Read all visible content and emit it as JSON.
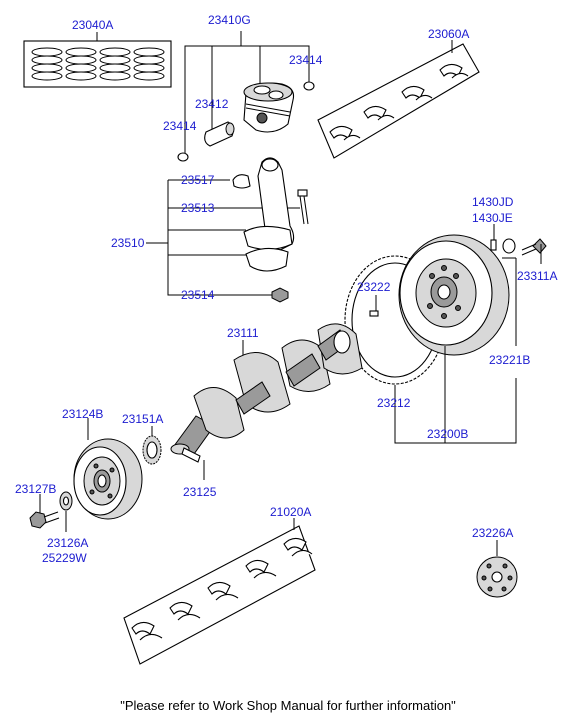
{
  "labels": {
    "p23040A": "23040A",
    "p23410G": "23410G",
    "p23414_top": "23414",
    "p23412": "23412",
    "p23414_left": "23414",
    "p23060A": "23060A",
    "p23517": "23517",
    "p23513": "23513",
    "p23510": "23510",
    "p23514": "23514",
    "p1430JD": "1430JD",
    "p1430JE": "1430JE",
    "p23311A": "23311A",
    "p23222": "23222",
    "p23111": "23111",
    "p23221B": "23221B",
    "p23124B": "23124B",
    "p23151A": "23151A",
    "p23212": "23212",
    "p23200B": "23200B",
    "p23127B": "23127B",
    "p23125": "23125",
    "p23126A": "23126A",
    "p25229W": "25229W",
    "p21020A": "21020A",
    "p23226A": "23226A"
  },
  "footer_note": "\"Please refer to Work Shop Manual for further information\""
}
